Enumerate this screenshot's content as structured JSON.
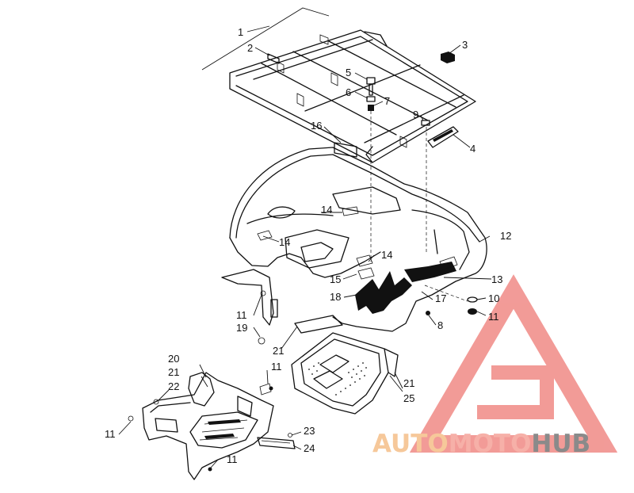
{
  "diagram": {
    "callouts": [
      {
        "id": "c1",
        "text": "1"
      },
      {
        "id": "c2",
        "text": "2"
      },
      {
        "id": "c3",
        "text": "3"
      },
      {
        "id": "c4",
        "text": "4"
      },
      {
        "id": "c5",
        "text": "5"
      },
      {
        "id": "c6",
        "text": "6"
      },
      {
        "id": "c7",
        "text": "7"
      },
      {
        "id": "c8",
        "text": "8"
      },
      {
        "id": "c9",
        "text": "9"
      },
      {
        "id": "c10",
        "text": "10"
      },
      {
        "id": "c11a",
        "text": "11"
      },
      {
        "id": "c11b",
        "text": "11"
      },
      {
        "id": "c11c",
        "text": "11"
      },
      {
        "id": "c11d",
        "text": "11"
      },
      {
        "id": "c11e",
        "text": "11"
      },
      {
        "id": "c12",
        "text": "12"
      },
      {
        "id": "c13",
        "text": "13"
      },
      {
        "id": "c14a",
        "text": "14"
      },
      {
        "id": "c14b",
        "text": "14"
      },
      {
        "id": "c14c",
        "text": "14"
      },
      {
        "id": "c15",
        "text": "15"
      },
      {
        "id": "c16",
        "text": "16"
      },
      {
        "id": "c17",
        "text": "17"
      },
      {
        "id": "c18",
        "text": "18"
      },
      {
        "id": "c19",
        "text": "19"
      },
      {
        "id": "c20",
        "text": "20"
      },
      {
        "id": "c21a",
        "text": "21"
      },
      {
        "id": "c21b",
        "text": "21"
      },
      {
        "id": "c21c",
        "text": "21"
      },
      {
        "id": "c22",
        "text": "22"
      },
      {
        "id": "c23",
        "text": "23"
      },
      {
        "id": "c24",
        "text": "24"
      },
      {
        "id": "c25",
        "text": "25"
      }
    ]
  },
  "watermark": {
    "part1": "AUTO",
    "part2": "MOTO",
    "part3": "HUB",
    "colors": {
      "auto": "#f6c89a",
      "moto": "#f6b0a8",
      "hub": "#8a8a8a",
      "logo": "#f08a86"
    }
  }
}
